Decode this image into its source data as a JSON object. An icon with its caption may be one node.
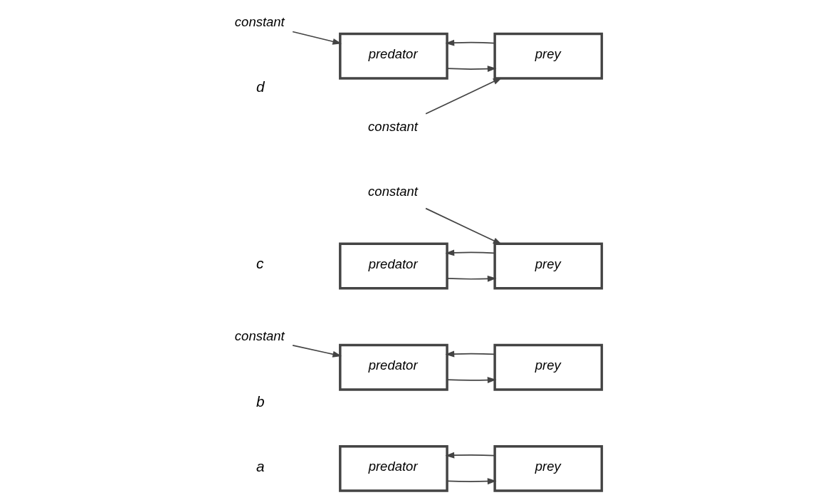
{
  "diagram": {
    "nodes": [
      {
        "text": [
          "predator"
        ]
      },
      {
        "text": [
          "prey"
        ]
      },
      {
        "text": [
          "constant"
        ]
      },
      {
        "text": [
          "predator"
        ]
      },
      {
        "text": [
          "prey"
        ]
      },
      {
        "text": [
          "predator"
        ]
      },
      {
        "text": [
          "prey"
        ]
      },
      {
        "text": [
          "constant"
        ]
      },
      {
        "text": [
          "constant"
        ]
      },
      {
        "text": [
          "predator"
        ]
      },
      {
        "text": [
          "prey"
        ]
      },
      {
        "text": [
          "constant"
        ]
      }
    ],
    "edges": [
      {
        "from": 1,
        "to": 0,
        "arrow": "to"
      },
      {
        "from": 0,
        "to": 1,
        "arrow": "to"
      },
      {
        "from": 2,
        "to": 3,
        "arrow": "to"
      },
      {
        "from": 4,
        "to": 3,
        "arrow": "to"
      },
      {
        "from": 3,
        "to": 4,
        "arrow": "to"
      },
      {
        "from": 6,
        "to": 5,
        "arrow": "to"
      },
      {
        "from": 5,
        "to": 6,
        "arrow": "to"
      },
      {
        "from": 7,
        "to": 6,
        "arrow": "to"
      },
      {
        "from": 8,
        "to": 9,
        "arrow": "to"
      },
      {
        "from": 10,
        "to": 9,
        "arrow": "to"
      },
      {
        "from": 9,
        "to": 10,
        "arrow": "to"
      },
      {
        "from": 11,
        "to": 10,
        "arrow": "to"
      }
    ],
    "labels": [
      "a",
      "b",
      "c",
      "d"
    ]
  }
}
